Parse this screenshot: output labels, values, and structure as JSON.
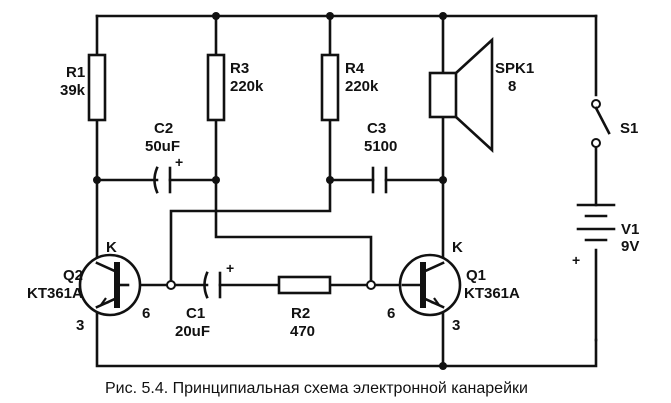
{
  "components": {
    "r1": {
      "ref": "R1",
      "value": "39k"
    },
    "r2": {
      "ref": "R2",
      "value": "470"
    },
    "r3": {
      "ref": "R3",
      "value": "220k"
    },
    "r4": {
      "ref": "R4",
      "value": "220k"
    },
    "c1": {
      "ref": "C1",
      "value": "20uF"
    },
    "c2": {
      "ref": "C2",
      "value": "50uF"
    },
    "c3": {
      "ref": "C3",
      "value": "5100"
    },
    "spk1": {
      "ref": "SPK1",
      "value": "8"
    },
    "s1": {
      "ref": "S1"
    },
    "v1": {
      "ref": "V1",
      "value": "9V"
    },
    "q1": {
      "ref": "Q1",
      "type": "KT361A",
      "collector": "K",
      "base": "6",
      "emitter": "3"
    },
    "q2": {
      "ref": "Q2",
      "type": "KT361A",
      "collector": "K",
      "base": "6",
      "emitter": "3"
    }
  },
  "polarity": {
    "plus": "+"
  },
  "caption": "Рис. 5.4. Принципиальная схема электронной канарейки"
}
